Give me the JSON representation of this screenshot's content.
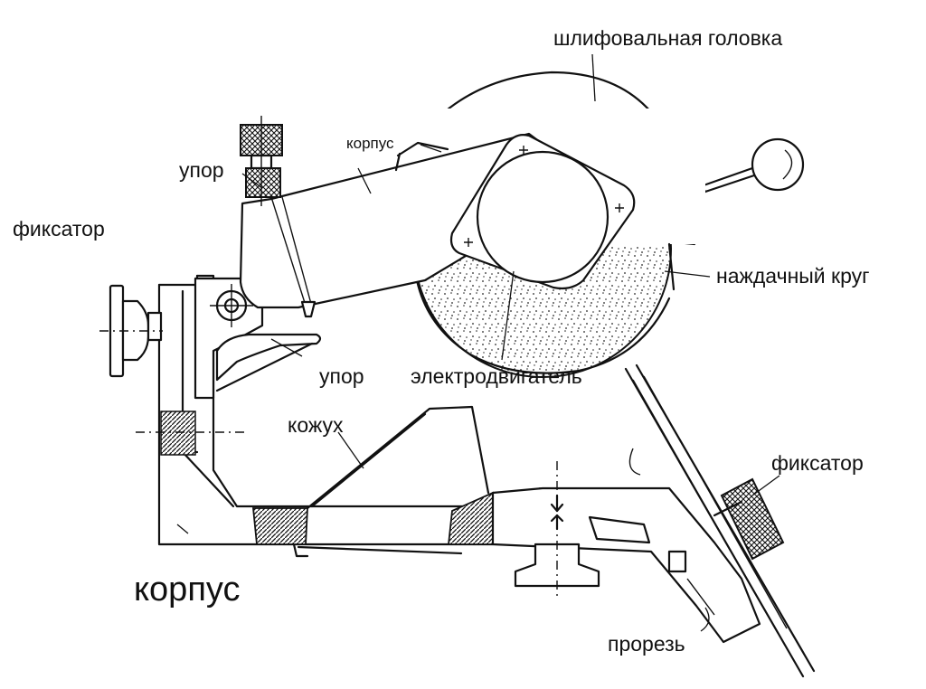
{
  "labels": {
    "grinding_head": "шлифовальная головка",
    "housing_small": "корпус",
    "stop_top": "упор",
    "fixator_left": "фиксатор",
    "grinding_wheel": "наждачный круг",
    "stop_bottom": "упор",
    "motor": "электродвигатель",
    "cover": "кожух",
    "fixator_right": "фиксатор",
    "housing_main": "корпус",
    "slot": "прорезь"
  }
}
